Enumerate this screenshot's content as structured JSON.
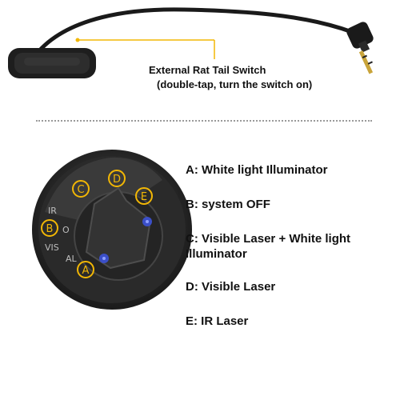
{
  "callout": {
    "title": "External Rat Tail Switch",
    "subtitle": "(double-tap, turn the switch on)"
  },
  "dial": {
    "labels": [
      "A",
      "B",
      "C",
      "D",
      "E"
    ],
    "engraved": [
      "IR",
      "O",
      "VIS",
      "AL"
    ]
  },
  "legend": {
    "items": [
      "A: White light Illuminator",
      "B: system OFF",
      "C: Visible Laser + White light Illuminator",
      "D: Visible Laser",
      "E: IR Laser"
    ]
  },
  "colors": {
    "accent": "#f2b705",
    "cable": "#1a1a1a",
    "screw": "#3b4fc8"
  }
}
